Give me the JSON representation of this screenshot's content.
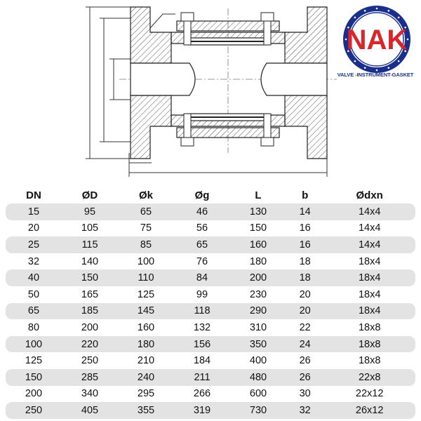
{
  "logo": {
    "text": "NAK",
    "caption": "VALVE -INSTRUMENT-GASKET",
    "colors": {
      "ring": "#1a2f8c",
      "text": "#d8262b"
    }
  },
  "table": {
    "headers": [
      "DN",
      "ØD",
      "Øk",
      "Øg",
      "L",
      "b",
      "Ødxn"
    ],
    "rows": [
      [
        "15",
        "95",
        "65",
        "46",
        "130",
        "14",
        "14x4"
      ],
      [
        "20",
        "105",
        "75",
        "56",
        "150",
        "16",
        "14x4"
      ],
      [
        "25",
        "115",
        "85",
        "65",
        "160",
        "16",
        "14x4"
      ],
      [
        "32",
        "140",
        "100",
        "76",
        "180",
        "18",
        "18x4"
      ],
      [
        "40",
        "150",
        "110",
        "84",
        "200",
        "18",
        "18x4"
      ],
      [
        "50",
        "165",
        "125",
        "99",
        "230",
        "20",
        "18x4"
      ],
      [
        "65",
        "185",
        "145",
        "118",
        "290",
        "20",
        "18x4"
      ],
      [
        "80",
        "200",
        "160",
        "132",
        "310",
        "22",
        "18x8"
      ],
      [
        "100",
        "220",
        "180",
        "156",
        "350",
        "24",
        "18x8"
      ],
      [
        "125",
        "250",
        "210",
        "184",
        "400",
        "26",
        "18x8"
      ],
      [
        "150",
        "285",
        "240",
        "211",
        "480",
        "26",
        "22x8"
      ],
      [
        "200",
        "340",
        "295",
        "266",
        "600",
        "30",
        "22x12"
      ],
      [
        "250",
        "405",
        "355",
        "319",
        "730",
        "32",
        "26x12"
      ]
    ]
  }
}
